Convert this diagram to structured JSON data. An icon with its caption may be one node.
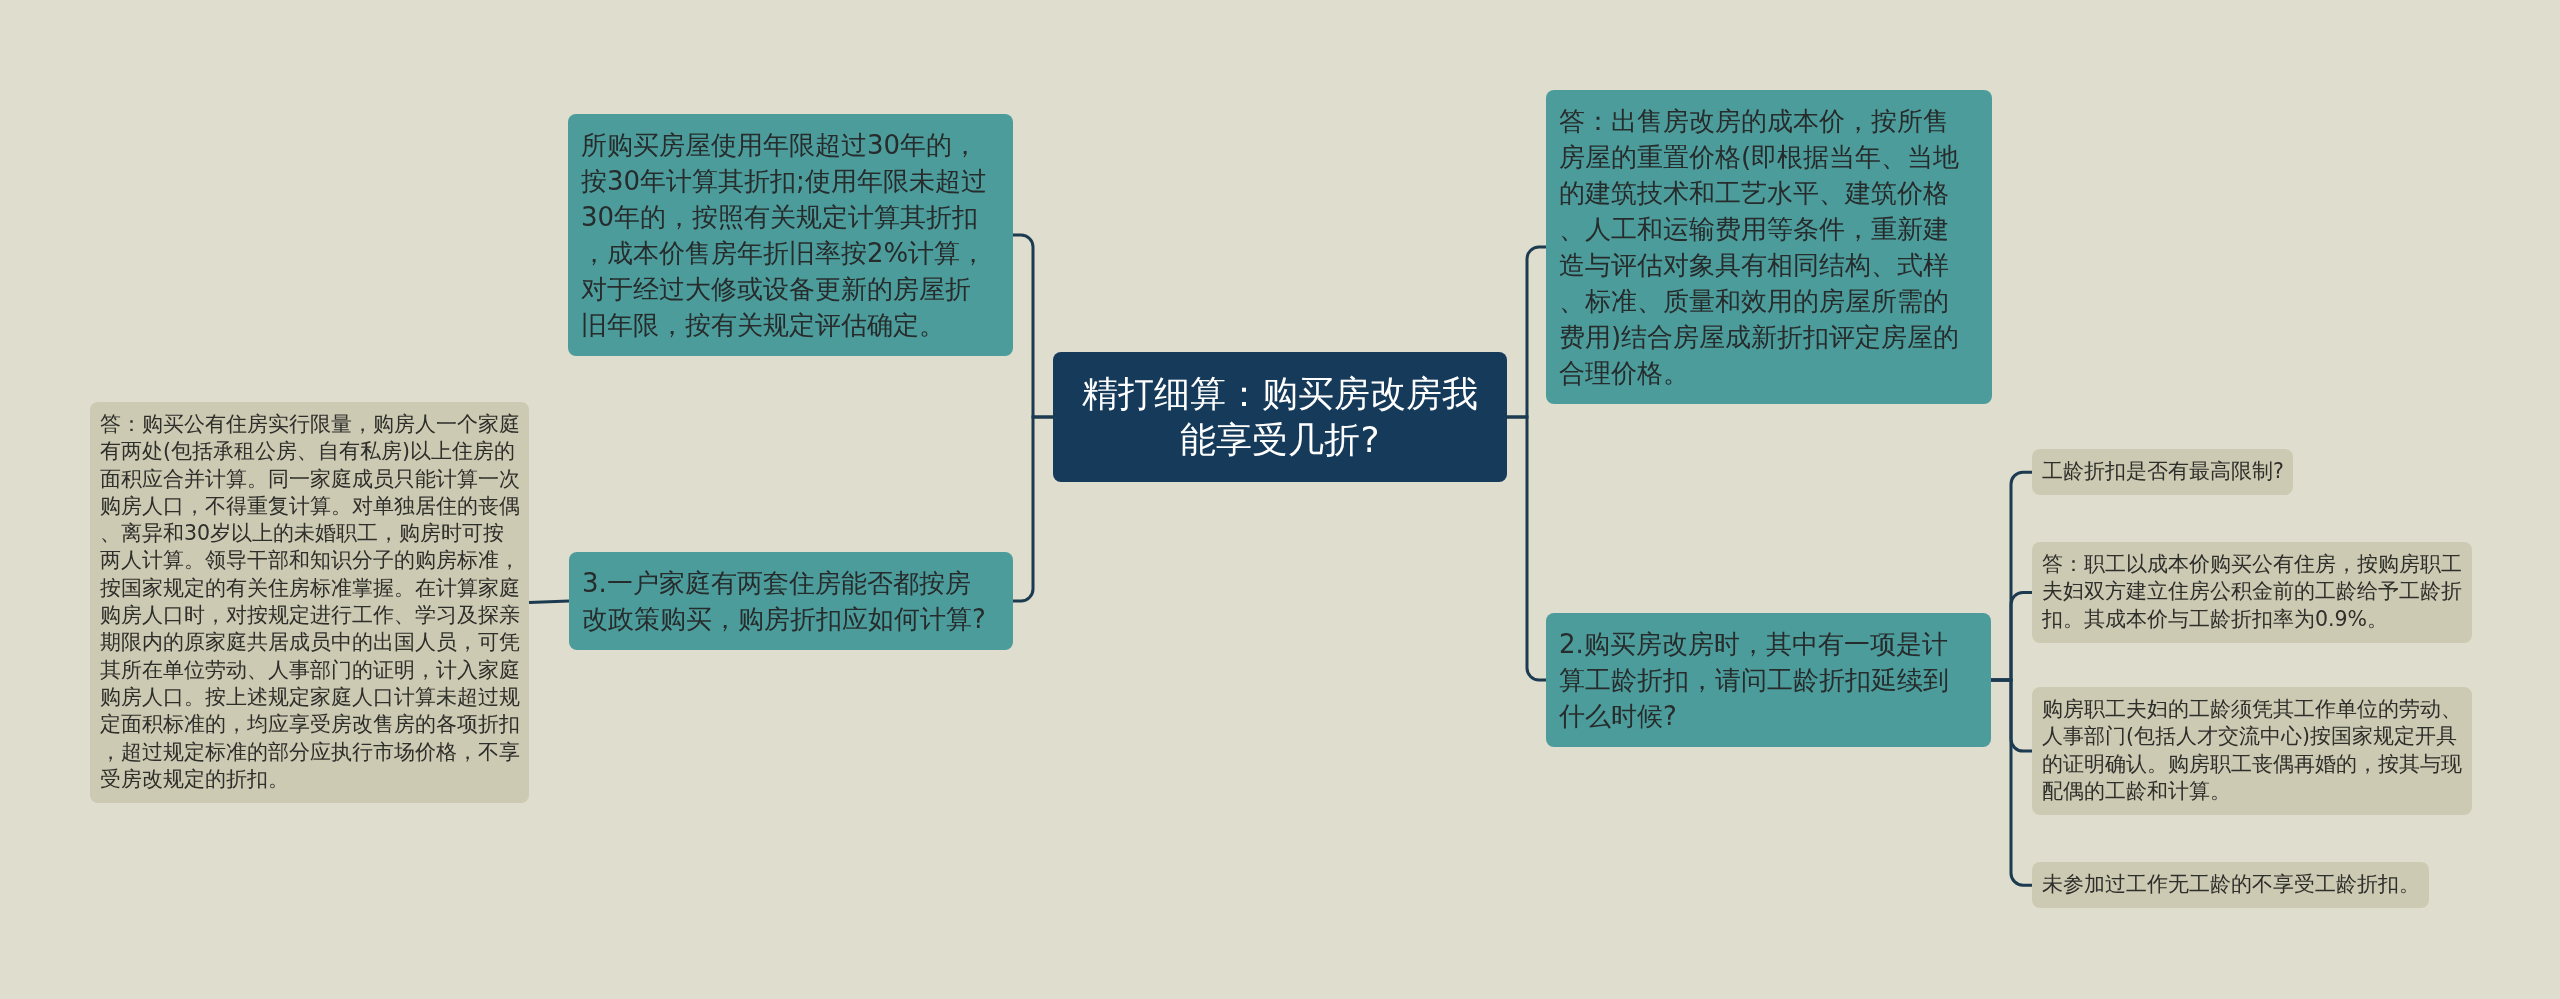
{
  "diagram": {
    "nodes": [
      {
        "text": [
          "精打细算：购买房改房我能享受几折?"
        ]
      },
      {
        "text": [
          "所购买房屋使用年限超过30年的，按30年计算其折扣;使用年限未超过30年的，按照有关规定计算其折扣，成本价售房年折旧率按2%计算，对于经过大修或设备更新的房屋折旧年限，按有关规定评估确定。"
        ]
      },
      {
        "text": [
          "3.一户家庭有两套住房能否都按房改政策购买，购房折扣应如何计算?"
        ]
      },
      {
        "text": [
          "答：购买公有住房实行限量，购房人一个家庭有两处(包括承租公房、自有私房)以上住房的面积应合并计算。同一家庭成员只能计算一次购房人口，不得重复计算。对单独居住的丧偶、离异和30岁以上的未婚职工，购房时可按两人计算。领导干部和知识分子的购房标准，按国家规定的有关住房标准掌握。在计算家庭购房人口时，对按规定进行工作、学习及探亲期限内的原家庭共居成员中的出国人员，可凭其所在单位劳动、人事部门的证明，计入家庭购房人口。按上述规定家庭人口计算未超过规定面积标准的，均应享受房改售房的各项折扣，超过规定标准的部分应执行市场价格，不享受房改规定的折扣。"
        ]
      },
      {
        "text": [
          "答：出售房改房的成本价，按所售房屋的重置价格(即根据当年、当地的建筑技术和工艺水平、建筑价格、人工和运输费用等条件，重新建造与评估对象具有相同结构、式样、标准、质量和效用的房屋所需的费用)结合房屋成新折扣评定房屋的合理价格。"
        ]
      },
      {
        "text": [
          "2.购买房改房时，其中有一项是计算工龄折扣，请问工龄折扣延续到什么时候?"
        ]
      },
      {
        "text": [
          "工龄折扣是否有最高限制?"
        ]
      },
      {
        "text": [
          "答：职工以成本价购买公有住房，按购房职工夫妇双方建立住房公积金前的工龄给予工龄折扣。其成本价与工龄折扣率为0.9%。"
        ]
      },
      {
        "text": [
          "购房职工夫妇的工龄须凭其工作单位的劳动、人事部门(包括人才交流中心)按国家规定开具的证明确认。购房职工丧偶再婚的，按其与现配偶的工龄和计算。"
        ]
      },
      {
        "text": [
          "未参加过工作无工龄的不享受工龄折扣。"
        ]
      }
    ],
    "edges": [
      {
        "from": 0,
        "to": 1,
        "arrow": "none"
      },
      {
        "from": 0,
        "to": 2,
        "arrow": "none"
      },
      {
        "from": 2,
        "to": 3,
        "arrow": "none"
      },
      {
        "from": 0,
        "to": 4,
        "arrow": "none"
      },
      {
        "from": 0,
        "to": 5,
        "arrow": "none"
      },
      {
        "from": 5,
        "to": 6,
        "arrow": "none"
      },
      {
        "from": 5,
        "to": 7,
        "arrow": "none"
      },
      {
        "from": 5,
        "to": 8,
        "arrow": "none"
      },
      {
        "from": 5,
        "to": 9,
        "arrow": "none"
      }
    ]
  }
}
